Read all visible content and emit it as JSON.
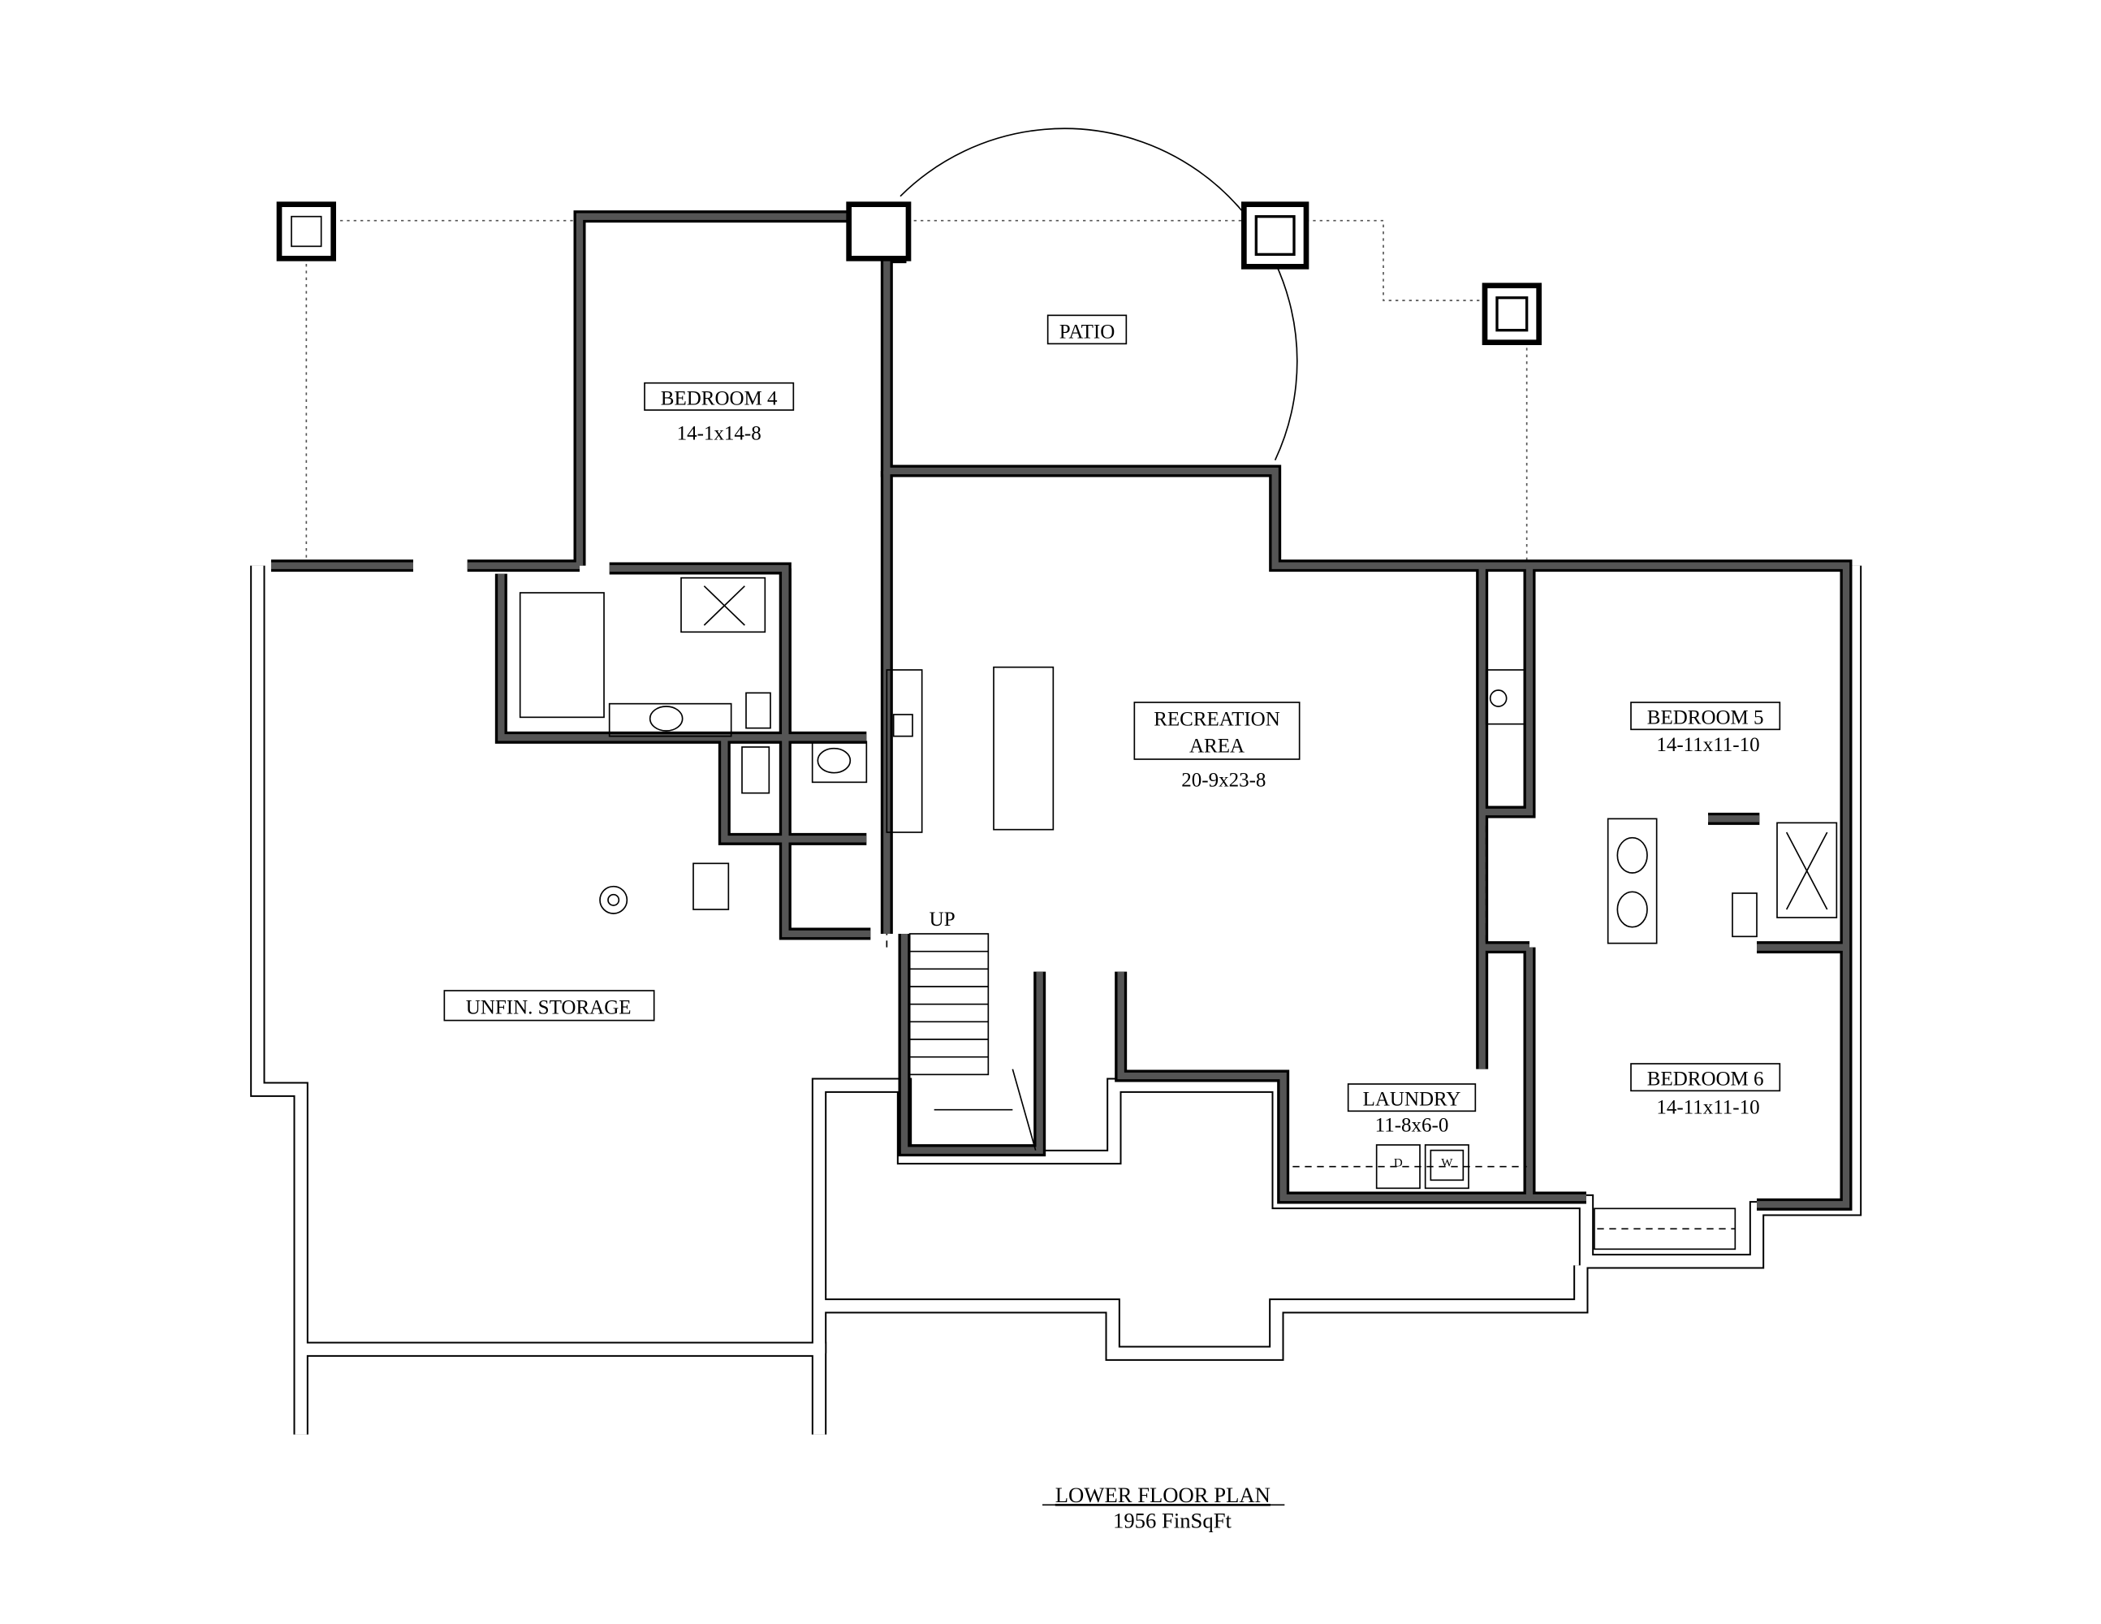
{
  "plan": {
    "title": "LOWER FLOOR PLAN",
    "subtitle": "1956 FinSqFt"
  },
  "rooms": {
    "bedroom4": {
      "name": "BEDROOM 4",
      "size": "14-1x14-8"
    },
    "patio": {
      "name": "PATIO"
    },
    "recreation": {
      "name_line1": "RECREATION",
      "name_line2": "AREA",
      "size": "20-9x23-8"
    },
    "bedroom5": {
      "name": "BEDROOM 5",
      "size": "14-11x11-10"
    },
    "bedroom6": {
      "name": "BEDROOM 6",
      "size": "14-11x11-10"
    },
    "laundry": {
      "name": "LAUNDRY",
      "size": "11-8x6-0"
    },
    "storage": {
      "name": "UNFIN. STORAGE"
    }
  },
  "stairs": {
    "label": "UP"
  },
  "appliances": {
    "dryer": "D",
    "washer": "W"
  }
}
